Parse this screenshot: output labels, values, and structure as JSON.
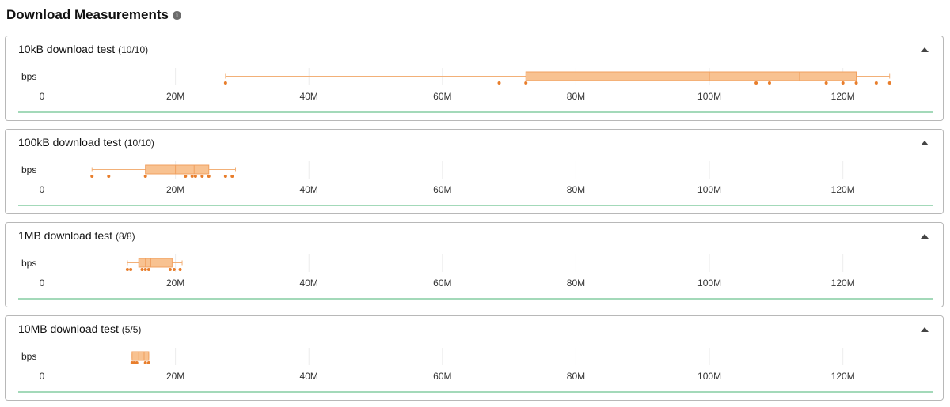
{
  "page": {
    "title": "Download Measurements",
    "info_icon": "i"
  },
  "colors": {
    "box_fill": "#f8c291",
    "box_stroke": "#f0a060",
    "whisker": "#f2b078",
    "point": "#e87e2c",
    "grid": "#ececec",
    "baseline": "#6cc28f"
  },
  "chart_data": [
    {
      "type": "boxplot",
      "title": "10kB download test",
      "count_label": "(10/10)",
      "ylabel": "bps",
      "xlim": [
        0,
        130000000
      ],
      "ticks": [
        {
          "value": 0,
          "label": "0"
        },
        {
          "value": 20000000,
          "label": "20M"
        },
        {
          "value": 40000000,
          "label": "40M"
        },
        {
          "value": 60000000,
          "label": "60M"
        },
        {
          "value": 80000000,
          "label": "80M"
        },
        {
          "value": 100000000,
          "label": "100M"
        },
        {
          "value": 120000000,
          "label": "120M"
        }
      ],
      "stats": {
        "min": 27500000,
        "q1": 72500000,
        "median": 100000000,
        "mean": 113500000,
        "q3": 122000000,
        "max": 127000000
      },
      "points": [
        27500000,
        68500000,
        72500000,
        107000000,
        109000000,
        117500000,
        120000000,
        122000000,
        125000000,
        127000000
      ]
    },
    {
      "type": "boxplot",
      "title": "100kB download test",
      "count_label": "(10/10)",
      "ylabel": "bps",
      "xlim": [
        0,
        130000000
      ],
      "ticks": [
        {
          "value": 0,
          "label": "0"
        },
        {
          "value": 20000000,
          "label": "20M"
        },
        {
          "value": 40000000,
          "label": "40M"
        },
        {
          "value": 60000000,
          "label": "60M"
        },
        {
          "value": 80000000,
          "label": "80M"
        },
        {
          "value": 100000000,
          "label": "100M"
        },
        {
          "value": 120000000,
          "label": "120M"
        }
      ],
      "stats": {
        "min": 7500000,
        "q1": 15500000,
        "median": 20000000,
        "mean": 22800000,
        "q3": 25000000,
        "max": 29000000
      },
      "points": [
        7500000,
        10000000,
        15500000,
        21500000,
        22500000,
        23000000,
        24000000,
        25000000,
        27500000,
        28500000
      ]
    },
    {
      "type": "boxplot",
      "title": "1MB download test",
      "count_label": "(8/8)",
      "ylabel": "bps",
      "xlim": [
        0,
        130000000
      ],
      "ticks": [
        {
          "value": 0,
          "label": "0"
        },
        {
          "value": 20000000,
          "label": "20M"
        },
        {
          "value": 40000000,
          "label": "40M"
        },
        {
          "value": 60000000,
          "label": "60M"
        },
        {
          "value": 80000000,
          "label": "80M"
        },
        {
          "value": 100000000,
          "label": "100M"
        },
        {
          "value": 120000000,
          "label": "120M"
        }
      ],
      "stats": {
        "min": 12800000,
        "q1": 14500000,
        "median": 15500000,
        "mean": 16300000,
        "q3": 19500000,
        "max": 21000000
      },
      "points": [
        12800000,
        13300000,
        15000000,
        15500000,
        16000000,
        19200000,
        19800000,
        20700000
      ]
    },
    {
      "type": "boxplot",
      "title": "10MB download test",
      "count_label": "(5/5)",
      "ylabel": "bps",
      "xlim": [
        0,
        130000000
      ],
      "ticks": [
        {
          "value": 0,
          "label": "0"
        },
        {
          "value": 20000000,
          "label": "20M"
        },
        {
          "value": 40000000,
          "label": "40M"
        },
        {
          "value": 60000000,
          "label": "60M"
        },
        {
          "value": 80000000,
          "label": "80M"
        },
        {
          "value": 100000000,
          "label": "100M"
        },
        {
          "value": 120000000,
          "label": "120M"
        }
      ],
      "stats": {
        "min": 13500000,
        "q1": 13500000,
        "median": 14500000,
        "mean": 15300000,
        "q3": 16000000,
        "max": 16000000
      },
      "points": [
        13500000,
        13800000,
        14200000,
        15500000,
        16000000
      ]
    }
  ]
}
